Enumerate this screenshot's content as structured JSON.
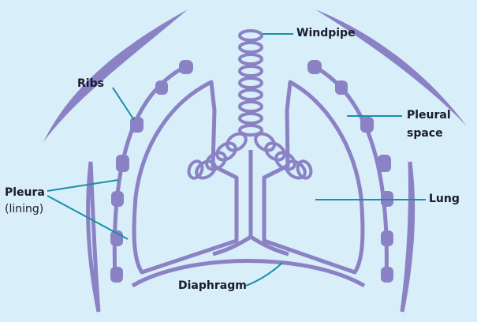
{
  "colors": {
    "background": "#d8eef9",
    "anatomy": "#8a82c4",
    "leader_line": "#1a8fa8",
    "label_text": "#1a1a2e"
  },
  "labels": {
    "windpipe": "Windpipe",
    "ribs": "Ribs",
    "pleural_space_line1": "Pleural",
    "pleural_space_line2": "space",
    "pleura": "Pleura",
    "pleura_sub": "(lining)",
    "lung": "Lung",
    "diaphragm": "Diaphragm"
  }
}
